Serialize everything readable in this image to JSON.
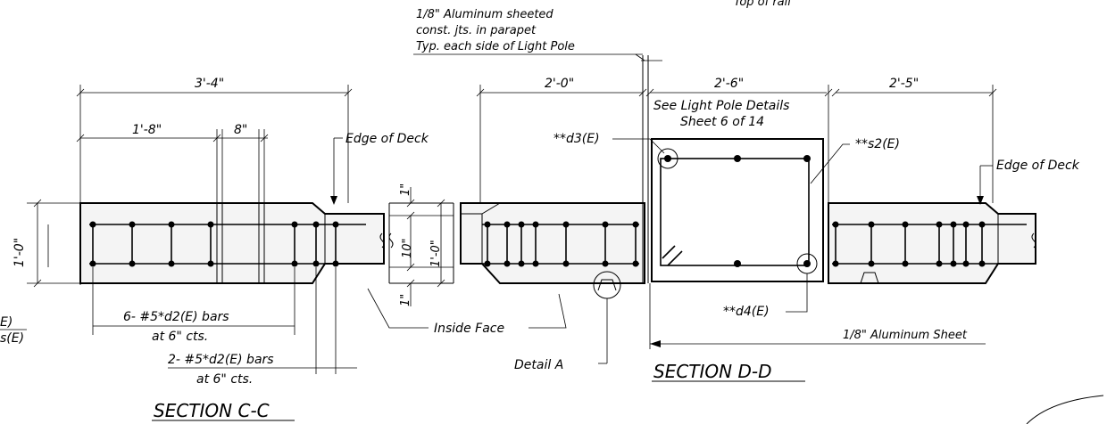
{
  "drawing": {
    "top_right_note": "Top of rail",
    "sheet_note": {
      "line1": "1/8\" Aluminum sheeted",
      "line2": "const. jts. in parapet",
      "line3": "Typ. each side of Light Pole"
    },
    "section_c": {
      "title": "SECTION C-C",
      "dim_overall": "3'-4\"",
      "dim_inner": "1'-8\"",
      "dim_small": "8\"",
      "edge_label": "Edge of Deck",
      "height_dim": "1'-0\"",
      "bars_note_1_line1": "6- #5*d2(E) bars",
      "bars_note_1_line2": "at 6\" cts.",
      "bars_note_2_line1": "2- #5*d2(E) bars",
      "bars_note_2_line2": "at 6\" cts.",
      "left_cut_1": "E)",
      "left_cut_2": "s(E)"
    },
    "middle": {
      "dim_1in_top": "1\"",
      "dim_10in": "10\"",
      "dim_1ft": "1'-0\"",
      "dim_1in_bottom": "1\"",
      "dim_2ft": "2'-0\"",
      "inside_face": "Inside Face",
      "detail_a": "Detail A"
    },
    "section_d": {
      "title": "SECTION D-D",
      "dim_pole": "2'-6\"",
      "pole_note_1": "See Light Pole Details",
      "pole_note_2": "Sheet 6 of 14",
      "dim_right": "2'-5\"",
      "d3_label": "**d3(E)",
      "s2_label": "**s2(E)",
      "d4_label": "**d4(E)",
      "edge_label": "Edge of Deck",
      "aluminum_sheet": "1/8\" Aluminum Sheet"
    }
  }
}
